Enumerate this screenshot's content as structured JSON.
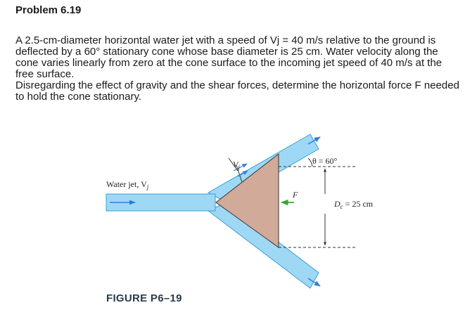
{
  "problem": {
    "title": "Problem 6.19",
    "paragraph_1": "A 2.5-cm-diameter horizontal water jet with a speed of Vj = 40 m/s relative to the ground is deflected by a 60° stationary cone whose base diameter is 25 cm. Water velocity along the cone varies linearly from zero at the cone surface to the incoming jet speed of 40 m/s at the free surface.",
    "paragraph_2": "Disregarding the effect of gravity and the shear forces, determine the horizontal force F needed to hold the cone stationary."
  },
  "figure": {
    "water_jet_label": "Water jet, V",
    "water_jet_sub": "j",
    "vj_label": "V",
    "vj_sub": "j",
    "theta_label": "θ = 60°",
    "force_label": "F",
    "diameter_label": "D",
    "diameter_sub": "c",
    "diameter_value": " = 25 cm",
    "caption": "FIGURE P6–19",
    "colors": {
      "water": "#9ed8f4",
      "water_edge": "#3a9fd8",
      "cone": "#d1aa99",
      "arrow": "#2f7fd1",
      "force_arrow": "#3aa832"
    }
  }
}
